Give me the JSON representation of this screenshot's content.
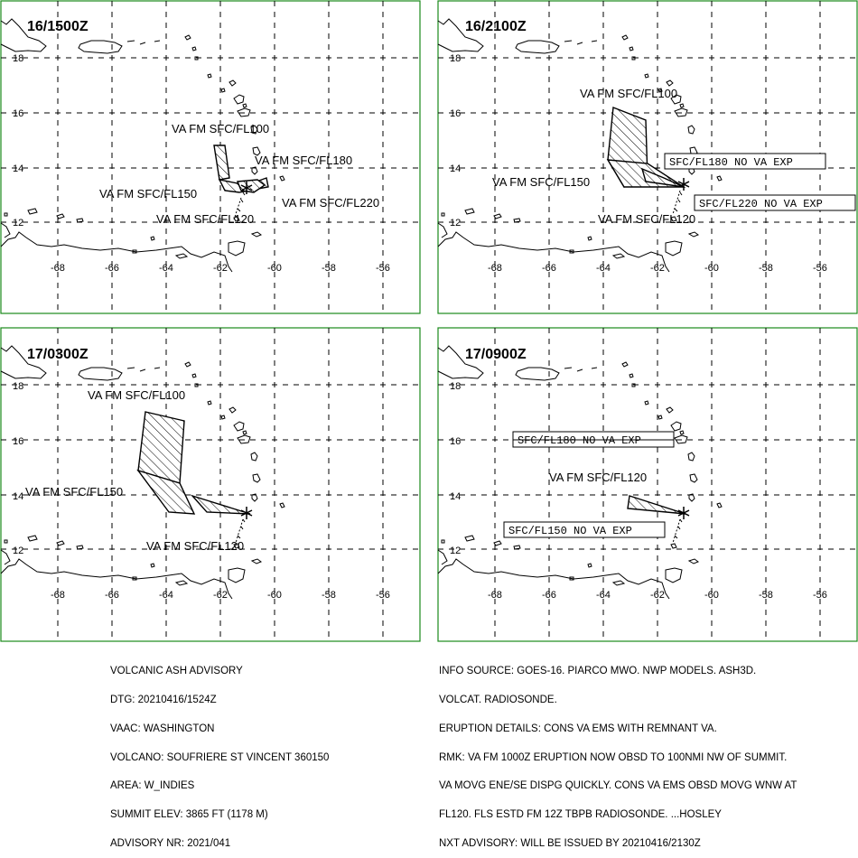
{
  "panels": [
    {
      "title": "16/1500Z",
      "labels": [
        "VA FM SFC/FL100",
        "VA FM SFC/FL180",
        "VA FM SFC/FL150",
        "VA FM SFC/FL220",
        "VA FM SFC/FL120"
      ],
      "boxes": []
    },
    {
      "title": "16/2100Z",
      "labels": [
        "VA FM SFC/FL100",
        "VA FM SFC/FL150",
        "VA FM SFC/FL120"
      ],
      "boxes": [
        "SFC/FL180 NO VA EXP",
        "SFC/FL220 NO VA EXP"
      ]
    },
    {
      "title": "17/0300Z",
      "labels": [
        "VA FM SFC/FL100",
        "VA FM SFC/FL150",
        "VA FM SFC/FL120"
      ],
      "boxes": []
    },
    {
      "title": "17/0900Z",
      "labels": [
        "VA FM SFC/FL120"
      ],
      "boxes": [
        "SFC/FL180 NO VA EXP",
        "SFC/FL150 NO VA EXP"
      ]
    }
  ],
  "axis": {
    "lon_ticks": [
      "-68",
      "-66",
      "-64",
      "-62",
      "-60",
      "-58",
      "-56"
    ],
    "lat_ticks": [
      "18",
      "16",
      "14",
      "12"
    ]
  },
  "footer_left": [
    "VOLCANIC ASH ADVISORY",
    "DTG: 20210416/1524Z",
    "VAAC: WASHINGTON",
    "VOLCANO: SOUFRIERE ST VINCENT 360150",
    "AREA: W_INDIES",
    "SUMMIT ELEV: 3865 FT (1178 M)",
    "ADVISORY NR: 2021/041"
  ],
  "footer_right": [
    "INFO SOURCE: GOES-16. PIARCO MWO. NWP MODELS. ASH3D.",
    "VOLCAT. RADIOSONDE.",
    "ERUPTION DETAILS: CONS VA EMS WITH REMNANT VA.",
    "RMK: VA FM 1000Z ERUPTION NOW OBSD TO 100NMI NW OF SUMMIT.",
    "VA MOVG ENE/SE DISPG QUICKLY. CONS VA EMS OBSD MOVG WNW AT",
    "FL120. FLS ESTD FM 12Z TBPB RADIOSONDE. ...HOSLEY",
    "NXT ADVISORY: WILL BE ISSUED BY 20210416/2130Z"
  ],
  "colors": {
    "border": "#1a8a1a",
    "lines": "#000000"
  }
}
